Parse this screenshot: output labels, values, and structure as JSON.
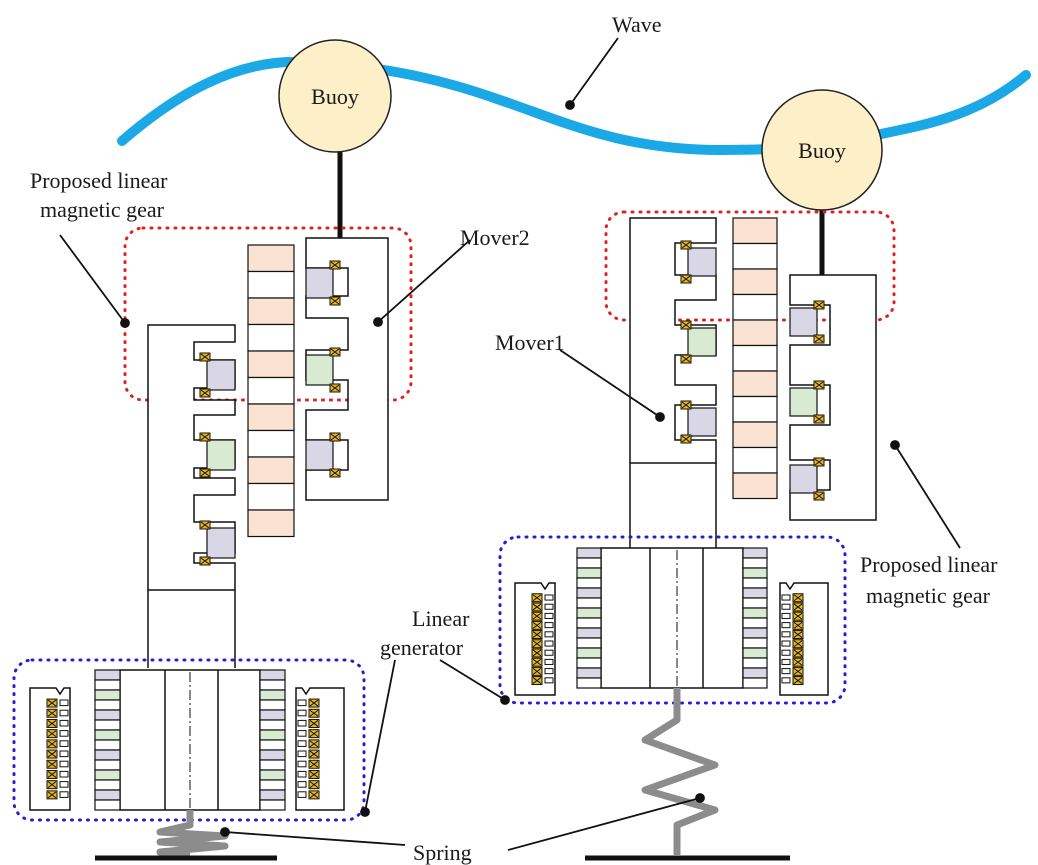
{
  "labels": {
    "wave": "Wave",
    "buoy_left": "Buoy",
    "buoy_right": "Buoy",
    "gear_left_line1": "Proposed linear",
    "gear_left_line2": "magnetic gear",
    "gear_right_line1": "Proposed linear",
    "gear_right_line2": "magnetic gear",
    "mover2": "Mover2",
    "mover1": "Mover1",
    "generator_line1": "Linear",
    "generator_line2": "generator",
    "spring": "Spring"
  },
  "colors": {
    "wave": "#1aa9e6",
    "buoy_fill": "#fdf0c8",
    "pm_pink": "#fbe3d4",
    "pm_purple": "#d9d6e6",
    "pm_green": "#d9ead2",
    "coil": "#e8b71a",
    "gear_boundary": "#e02020",
    "generator_boundary": "#2020d0",
    "spring": "#8c8c8c"
  }
}
